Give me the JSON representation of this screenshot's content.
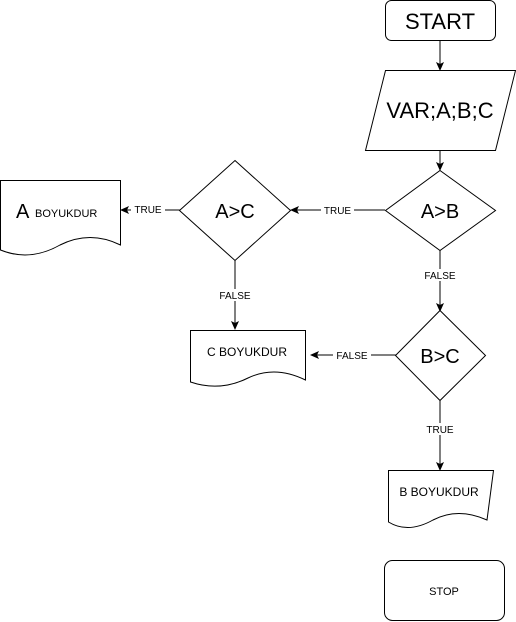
{
  "diagram": {
    "nodes": {
      "start": "START",
      "input": "VAR;A;B;C",
      "dec_ab": "A>B",
      "dec_ac": "A>C",
      "dec_bc": "B>C",
      "out_a_big": "A",
      "out_a_small": "BOYUKDUR",
      "out_c": "C  BOYUKDUR",
      "out_b": "B BOYUKDUR",
      "stop": "STOP"
    },
    "edges": {
      "ab_true": "TRUE",
      "ab_false": "FALSE",
      "ac_true": "TRUE",
      "ac_false": "FALSE",
      "bc_false": "FALSE",
      "bc_true": "TRUE"
    },
    "colors": {
      "stroke": "#000000",
      "fill": "#ffffff"
    }
  }
}
